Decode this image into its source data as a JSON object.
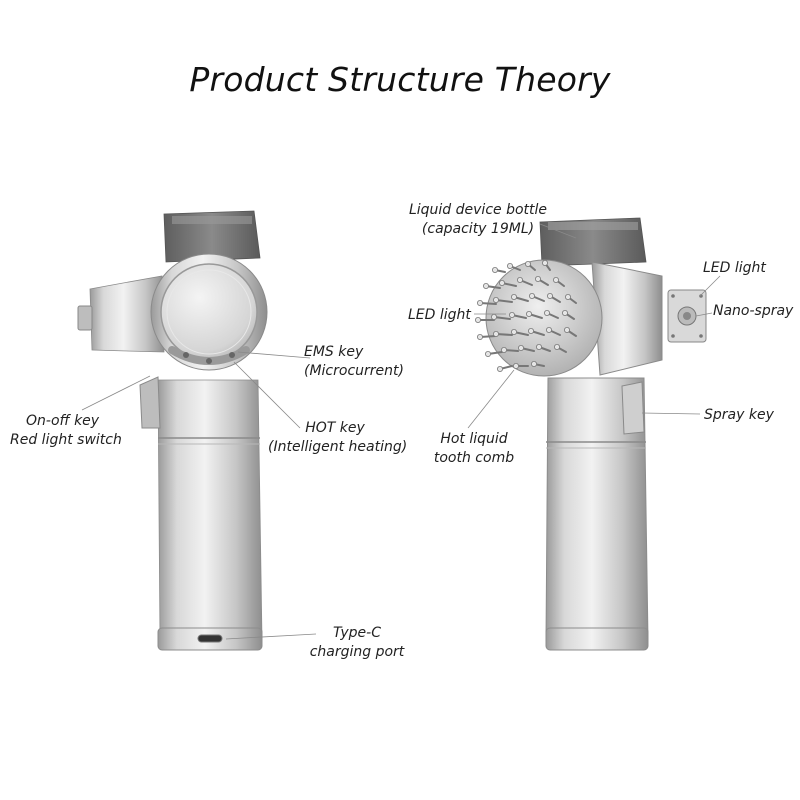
{
  "title": "Product Structure Theory",
  "colors": {
    "background": "#ffffff",
    "body_silver": "#c9c9c9",
    "bottle_gray": "#7a7a7a",
    "text": "#222222"
  },
  "labels": {
    "ems_key": [
      "EMS key",
      "(Microcurrent)"
    ],
    "hot_key": [
      "HOT key",
      "(Intelligent heating)"
    ],
    "onoff_key": [
      "On-off key",
      "Red light switch"
    ],
    "type_c": [
      "Type-C",
      "charging port"
    ],
    "liquid_bottle": [
      "Liquid device bottle",
      "(capacity 19ML)"
    ],
    "led_light_right": "LED light",
    "led_light_left": "LED light",
    "nano_spray": "Nano-spray",
    "spray_key": "Spray key",
    "hot_liquid_comb": [
      "Hot liquid",
      "tooth comb"
    ]
  }
}
